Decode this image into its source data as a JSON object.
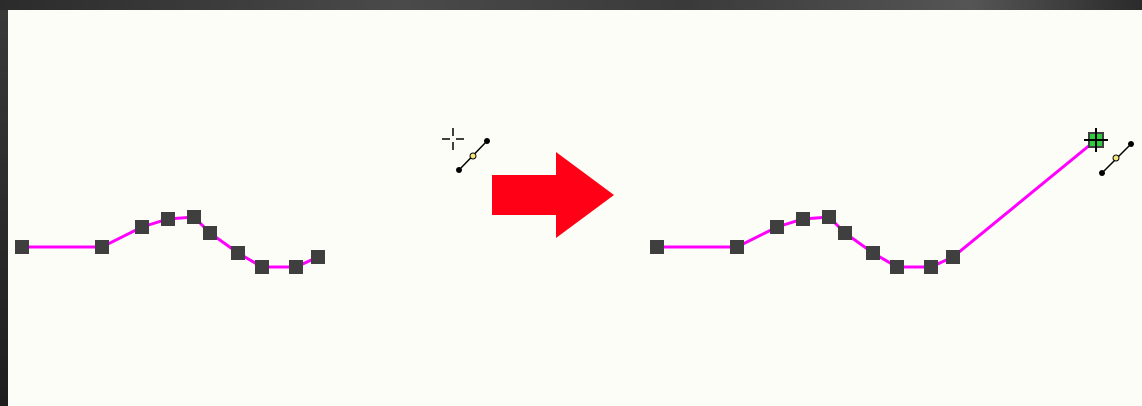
{
  "diagram": {
    "before": {
      "line_color": "#ff00ff",
      "vertex_color": "#3f3f3f",
      "vertex_count": 11,
      "cursor_icon": "crosshair-cursor-icon",
      "tool_icon": "add-vertex-line-tool-icon"
    },
    "arrow": {
      "direction": "right",
      "color": "#ff0016"
    },
    "after": {
      "line_color": "#ff00ff",
      "vertex_color": "#3f3f3f",
      "vertex_count": 11,
      "new_segment": true,
      "snap_marker_color": "#2ecc40",
      "cursor_icon": "crosshair-cursor-icon",
      "tool_icon": "add-vertex-line-tool-icon"
    }
  }
}
